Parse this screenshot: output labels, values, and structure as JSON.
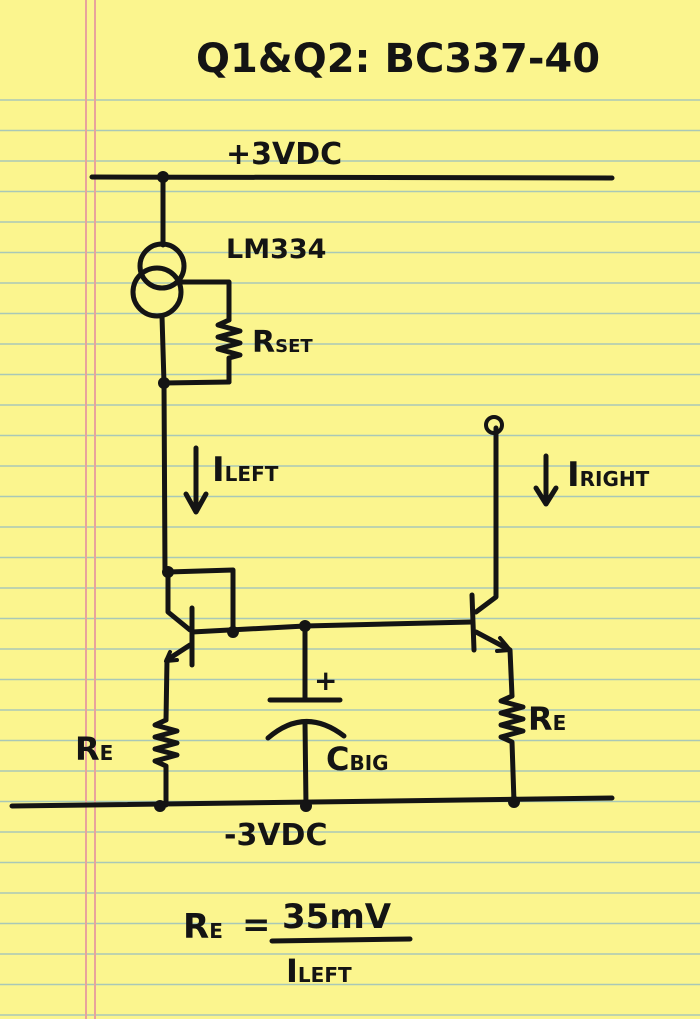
{
  "colors": {
    "paper": "#fbf58e",
    "rule_line": "#a9c8b7",
    "margin_line": "#e8a39c",
    "ink": "#141414"
  },
  "header": {
    "transistor_note": "Q1&Q2: BC337-40"
  },
  "rails": {
    "positive": "+3VDC",
    "negative": "-3VDC"
  },
  "components": {
    "current_source": "LM334",
    "rset": {
      "main": "R",
      "sub": "SET"
    },
    "cap": {
      "main": "C",
      "sub": "BIG",
      "polarity": "+"
    },
    "re_left": {
      "main": "R",
      "sub": "E"
    },
    "re_right": {
      "main": "R",
      "sub": "E"
    }
  },
  "currents": {
    "left": {
      "main": "I",
      "sub": "LEFT"
    },
    "right": {
      "main": "I",
      "sub": "RIGHT"
    }
  },
  "formula": {
    "lhs": {
      "main": "R",
      "sub": "E"
    },
    "equals": "=",
    "numerator": "35mV",
    "denominator": {
      "main": "I",
      "sub": "LEFT"
    }
  }
}
